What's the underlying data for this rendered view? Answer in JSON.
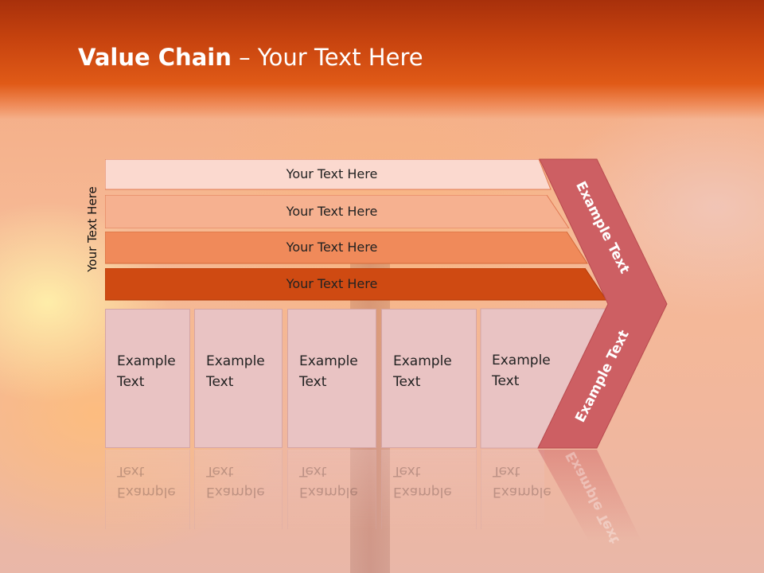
{
  "slide": {
    "title_bold": "Value Chain",
    "title_rest": " – Your Text Here",
    "vertical_label": "Your Text Here"
  },
  "bands": [
    {
      "label": "Your Text Here",
      "color": "#fbd9cf"
    },
    {
      "label": "Your Text Here",
      "color": "#f6b190"
    },
    {
      "label": "Your Text Here",
      "color": "#f08a5a"
    },
    {
      "label": "Your Text Here",
      "color": "#cf4a12"
    }
  ],
  "boxes": [
    {
      "label": "Example\nText"
    },
    {
      "label": "Example\nText"
    },
    {
      "label": "Example\nText"
    },
    {
      "label": "Example\nText"
    },
    {
      "label": "Example\nText"
    }
  ],
  "chevron": {
    "upper_text": "Example Text",
    "lower_text": "Example Text",
    "color": "#cd5f63"
  }
}
